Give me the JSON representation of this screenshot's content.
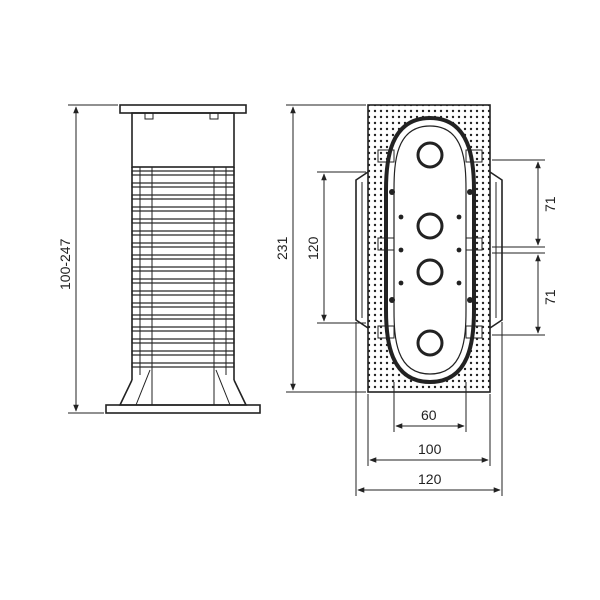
{
  "dimensions": {
    "height_range": "100-247",
    "total_height": "231",
    "inner_height": "120",
    "spacing_upper": "71",
    "spacing_lower": "71",
    "width_inner": "60",
    "width_mid": "100",
    "width_outer": "120"
  },
  "colors": {
    "line": "#222222",
    "background": "#ffffff"
  }
}
